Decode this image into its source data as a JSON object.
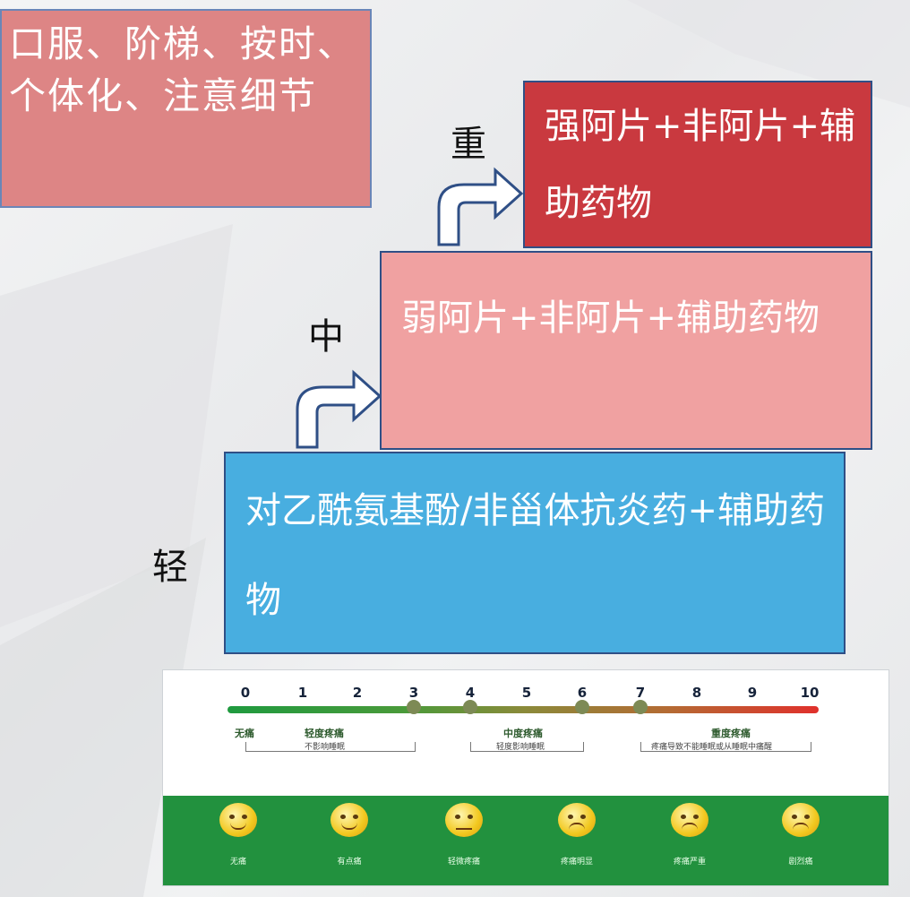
{
  "principle": "口服、阶梯、按时、个体化、注意细节",
  "levels": {
    "severe": "重",
    "moderate": "中",
    "mild": "轻"
  },
  "steps": {
    "strong_opioid": "强阿片+非阿片+辅助药物",
    "weak_opioid": "弱阿片+非阿片+辅助药物",
    "non_opioid": "对乙酰氨基酚/非甾体抗炎药+辅助药物"
  },
  "pain_scale": {
    "numbers": [
      "0",
      "1",
      "2",
      "3",
      "4",
      "5",
      "6",
      "7",
      "8",
      "9",
      "10"
    ],
    "zones": [
      {
        "title": "无痛",
        "sub": ""
      },
      {
        "title": "轻度疼痛",
        "sub": "不影响睡眠"
      },
      {
        "title": "中度疼痛",
        "sub": "轻度影响睡眠"
      },
      {
        "title": "重度疼痛",
        "sub": "疼痛导致不能睡眠或从睡眠中痛醒"
      }
    ],
    "faces": [
      "无痛",
      "有点痛",
      "轻微疼痛",
      "疼痛明显",
      "疼痛严重",
      "剧烈痛"
    ]
  }
}
